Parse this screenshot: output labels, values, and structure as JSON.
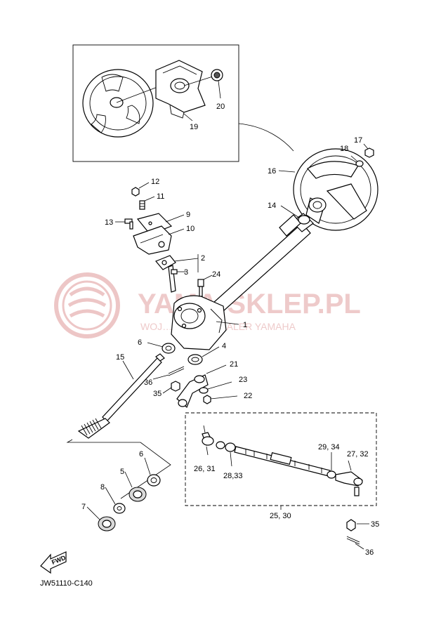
{
  "watermark": {
    "title": "YAMA-SKLEP.PL",
    "subtitle": "WOJ…OWICZ | DEALER YAMAHA",
    "color": "#e8b4b4"
  },
  "labels": {
    "l20": "20",
    "l19": "19",
    "l17": "17",
    "l18": "18",
    "l16": "16",
    "l12": "12",
    "l11": "11",
    "l9": "9",
    "l13": "13",
    "l10": "10",
    "l14": "14",
    "l2": "2",
    "l3": "3",
    "l24": "24",
    "l1": "1",
    "l6a": "6",
    "l4": "4",
    "l15": "15",
    "l21": "21",
    "l36a": "36",
    "l23": "23",
    "l35a": "35",
    "l22": "22",
    "l6b": "6",
    "l5": "5",
    "l8": "8",
    "l7": "7",
    "l26_31": "26, 31",
    "l28_33": "28,33",
    "l29_34": "29, 34",
    "l27_32": "27, 32",
    "l25_30": "25, 30",
    "l35b": "35",
    "l36b": "36"
  },
  "fwd_arrow": "FWD",
  "diagram_code": "JW51110-C140"
}
